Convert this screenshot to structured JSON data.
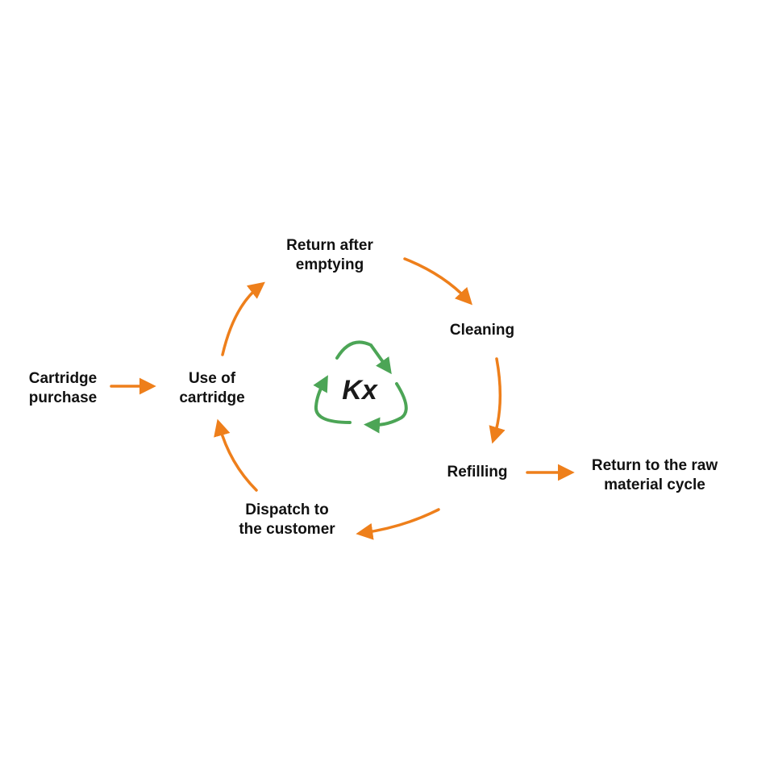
{
  "colors": {
    "arrow": "#ee7f1b",
    "recycle": "#4ca556",
    "text": "#111111"
  },
  "nodes": {
    "purchase": {
      "line1": "Cartridge",
      "line2": "purchase"
    },
    "use": {
      "line1": "Use of",
      "line2": "cartridge"
    },
    "return": {
      "line1": "Return after",
      "line2": "emptying"
    },
    "cleaning": {
      "line1": "Cleaning"
    },
    "refilling": {
      "line1": "Refilling"
    },
    "raw": {
      "line1": "Return to the raw",
      "line2": "material cycle"
    },
    "dispatch": {
      "line1": "Dispatch to",
      "line2": "the customer"
    }
  },
  "center": {
    "label": "Kx",
    "icon": "recycle-icon"
  }
}
